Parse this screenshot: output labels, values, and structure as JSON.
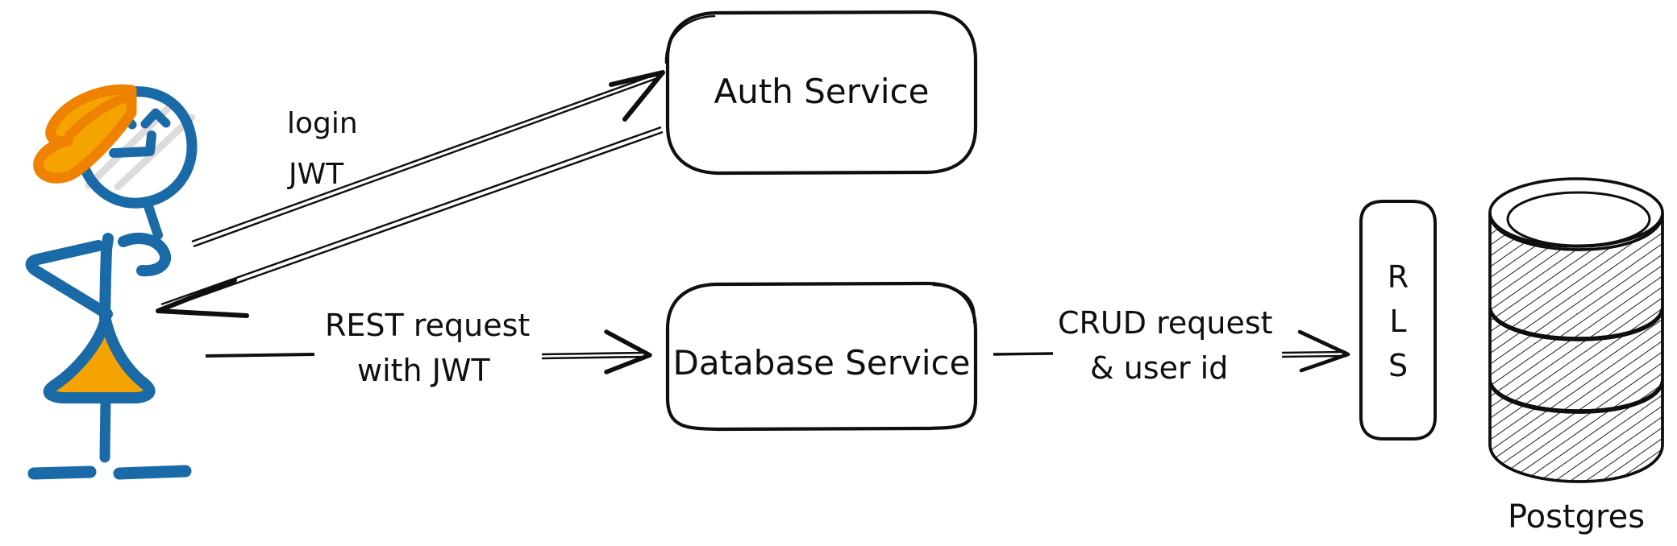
{
  "diagram": {
    "title": "Auth and database request flow with row level security",
    "background_color": "#ffffff",
    "ink_color": "#0f0f0f",
    "actor": {
      "name": "user-stick-figure",
      "body_color": "#1b6aa8",
      "accent_color": "#f5a300",
      "accent_dark_color": "#ef8200",
      "highlight_color": "#dcdcdc"
    },
    "nodes": [
      {
        "id": "auth-service",
        "label": "Auth Service",
        "shape": "rounded-rectangle"
      },
      {
        "id": "database-service",
        "label": "Database Service",
        "shape": "rounded-rectangle"
      },
      {
        "id": "rls",
        "label_chars": [
          "R",
          "L",
          "S"
        ],
        "label": "RLS",
        "shape": "rounded-rectangle-vertical"
      },
      {
        "id": "postgres",
        "label": "Postgres",
        "shape": "database-cylinder",
        "segments": 3
      }
    ],
    "edges": [
      {
        "id": "login-edge",
        "label": "login",
        "from": "user",
        "to": "auth-service",
        "direction": "forward"
      },
      {
        "id": "jwt-edge",
        "label": "JWT",
        "from": "auth-service",
        "to": "user",
        "direction": "backward"
      },
      {
        "id": "rest-edge",
        "label_line_1": "REST request",
        "label_line_2": "with JWT",
        "from": "user",
        "to": "database-service",
        "direction": "forward"
      },
      {
        "id": "crud-edge",
        "label_line_1": "CRUD request",
        "label_line_2": "& user id",
        "from": "database-service",
        "to": "rls",
        "direction": "forward"
      }
    ],
    "captions": [
      {
        "id": "postgres-caption",
        "text": "Postgres"
      }
    ]
  }
}
